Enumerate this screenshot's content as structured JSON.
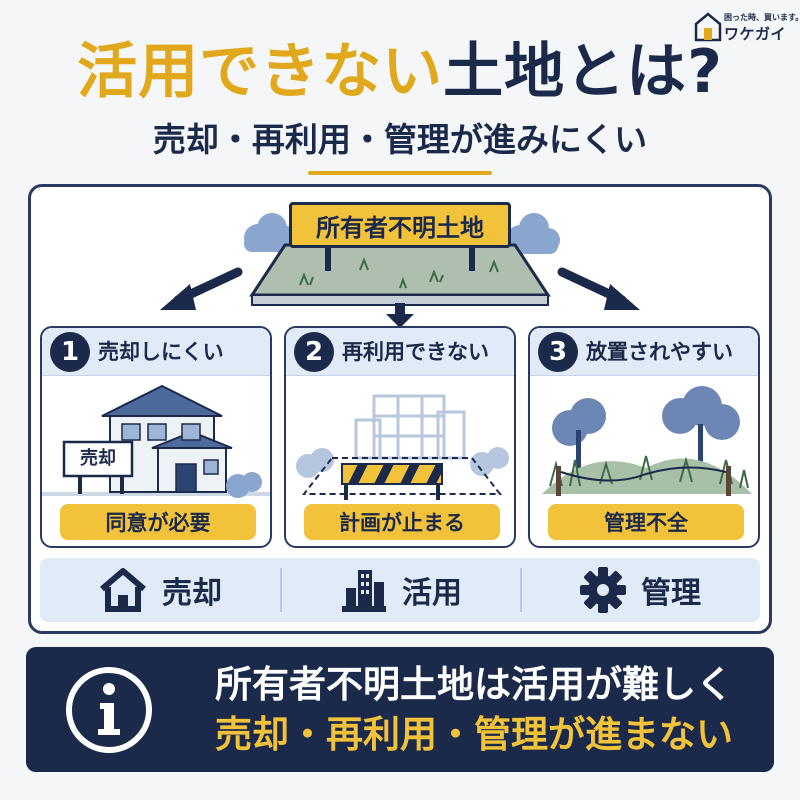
{
  "logo": {
    "tagline": "困った時、買います。",
    "brand": "ワケガイ",
    "icon": "house-logo-icon"
  },
  "title": {
    "highlight": "活用できない",
    "rest": "土地とは?"
  },
  "subtitle": "売却・再利用・管理が進みにくい",
  "sign": {
    "label": "所有者不明土地"
  },
  "cards": [
    {
      "number": "1",
      "label": "売却しにくい",
      "tag": "同意が必要",
      "sale_sign": "売却",
      "icon": "house-illustration"
    },
    {
      "number": "2",
      "label": "再利用できない",
      "tag": "計画が止まる",
      "icon": "barrier-illustration"
    },
    {
      "number": "3",
      "label": "放置されやすい",
      "tag": "管理不全",
      "icon": "overgrown-land-illustration"
    }
  ],
  "strip": [
    {
      "label": "売却",
      "icon": "home-icon"
    },
    {
      "label": "活用",
      "icon": "building-icon"
    },
    {
      "label": "管理",
      "icon": "gear-icon"
    }
  ],
  "banner": {
    "icon": "info-icon",
    "line1": "所有者不明土地は活用が難しく",
    "line2": "売却・再利用・管理が進まない"
  },
  "colors": {
    "navy": "#1b2a4a",
    "gold": "#e2a81c",
    "yellow": "#f2c23a",
    "lightblue": "#e1ebf7"
  }
}
